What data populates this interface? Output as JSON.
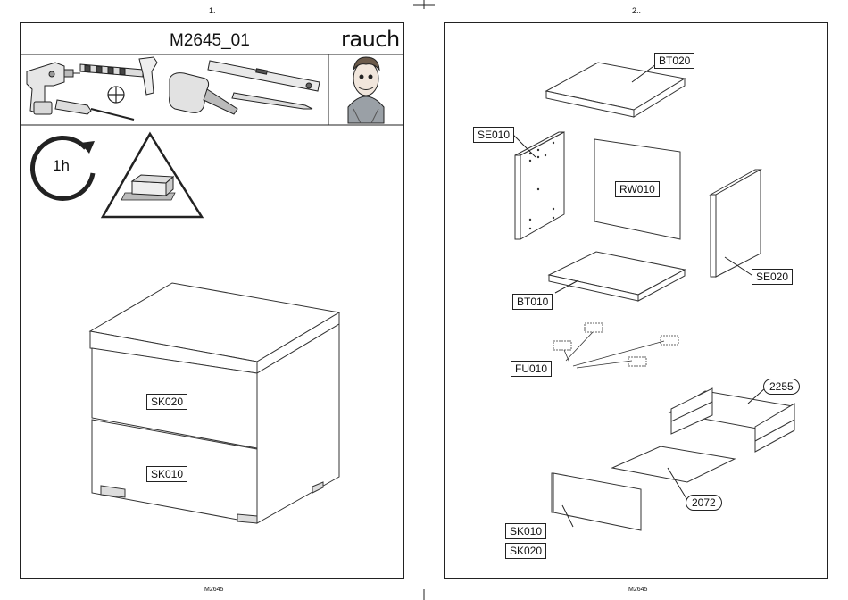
{
  "page_left": {
    "page_number": "1.",
    "title": "M2645_01",
    "brand": "rauch",
    "assembly_time": "1h",
    "parts": [
      "SK020",
      "SK010"
    ],
    "footer": "M2645"
  },
  "page_right": {
    "page_number": "2..",
    "parts": {
      "bt020": "BT020",
      "se010": "SE010",
      "rw010": "RW010",
      "se020": "SE020",
      "bt010": "BT010",
      "fu010": "FU010",
      "p2255": "2255",
      "p2072": "2072",
      "sk010": "SK010",
      "sk020": "SK020"
    },
    "footer": "M2645"
  }
}
